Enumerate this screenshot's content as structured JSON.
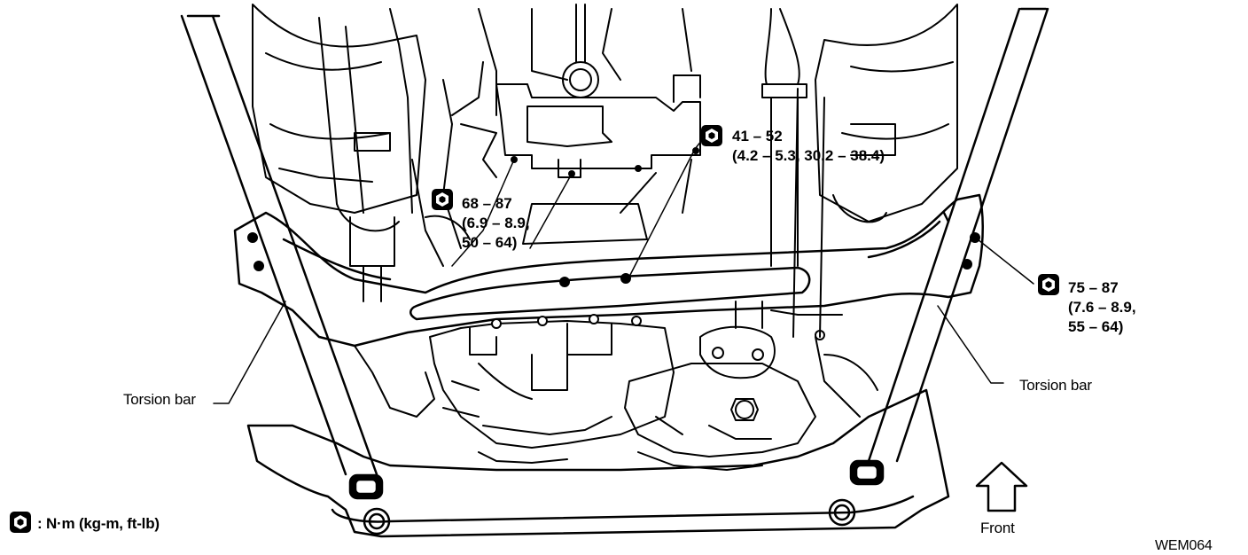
{
  "diagram": {
    "torque_callouts": [
      {
        "range": "41 – 52",
        "detail": "(4.2 – 5.3, 30.2 – 38.4)"
      },
      {
        "range": "68 – 87",
        "detail_1": "(6.9 – 8.9,",
        "detail_2": "50 – 64)"
      },
      {
        "range": "75 – 87",
        "detail_1": "(7.6 – 8.9,",
        "detail_2": "55 – 64)"
      }
    ],
    "labels": {
      "torsion_bar_left": "Torsion bar",
      "torsion_bar_right": "Torsion bar",
      "front": "Front",
      "figure_code": "WEM064"
    },
    "legend": {
      "units": ": N·m (kg-m, ft-lb)",
      "icon": "torque-wrench-icon"
    }
  }
}
